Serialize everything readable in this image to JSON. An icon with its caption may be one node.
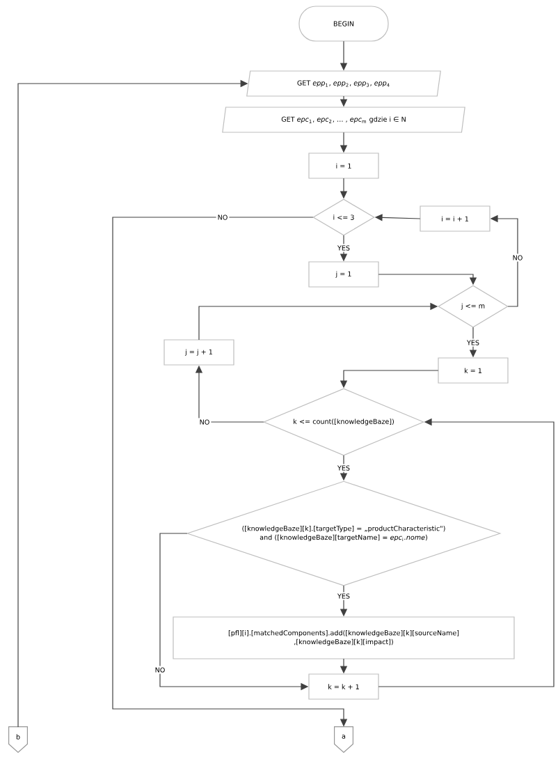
{
  "diagram": {
    "nodes": [
      {
        "text": [
          "BEGIN"
        ]
      },
      {
        "text": [
          "GET *epp*$_{1}$, *epp*$_{2}$, *epp*$_{3}$, *epp*$_{4}$"
        ]
      },
      {
        "text": [
          "GET *epc*$_{1}$, *epc*$_{2}$, … , *epc*$_{m}$ gdzie i ∈ N"
        ]
      },
      {
        "text": [
          "i = 1"
        ]
      },
      {
        "text": [
          "i <= 3"
        ]
      },
      {
        "text": [
          "i = i + 1"
        ]
      },
      {
        "text": [
          "j = 1"
        ]
      },
      {
        "text": [
          "j <= m"
        ]
      },
      {
        "text": [
          "j = j + 1"
        ]
      },
      {
        "text": [
          "k = 1"
        ]
      },
      {
        "text": [
          "k <= count([knowledgeBaze])"
        ]
      },
      {
        "text": [
          "([knowledgeBaze][k].[targetType] = „productCharacteristic\") and ([knowledgeBaze][targetName] = *epc*$_{i}$*.nome*)"
        ]
      },
      {
        "text": [
          "[pfl][i].[matchedComponents].add([knowledgeBaze][k][sourceName] ,[knowledgeBaze][k][impact])"
        ]
      },
      {
        "text": [
          "k = k + 1"
        ]
      },
      {
        "text": [
          "a"
        ]
      },
      {
        "text": [
          "b"
        ]
      }
    ],
    "edges": [
      {
        "from": 0,
        "to": 1,
        "arrow": "to"
      },
      {
        "from": 1,
        "to": 2,
        "arrow": "to"
      },
      {
        "from": 2,
        "to": 3,
        "arrow": "to"
      },
      {
        "from": 3,
        "to": 4,
        "arrow": "to"
      },
      {
        "from": 4,
        "to": 6,
        "arrow": "to",
        "label": "YES"
      },
      {
        "from": 4,
        "to": 14,
        "arrow": "to",
        "label": "NO"
      },
      {
        "from": 6,
        "to": 7,
        "arrow": "to"
      },
      {
        "from": 7,
        "to": 9,
        "arrow": "to",
        "label": "YES"
      },
      {
        "from": 7,
        "to": 5,
        "arrow": "to",
        "label": "NO"
      },
      {
        "from": 5,
        "to": 4,
        "arrow": "to"
      },
      {
        "from": 9,
        "to": 10,
        "arrow": "to"
      },
      {
        "from": 10,
        "to": 8,
        "arrow": "to",
        "label": "NO"
      },
      {
        "from": 8,
        "to": 7,
        "arrow": "to"
      },
      {
        "from": 10,
        "to": 11,
        "arrow": "to",
        "label": "YES"
      },
      {
        "from": 11,
        "to": 12,
        "arrow": "to",
        "label": "YES"
      },
      {
        "from": 11,
        "to": 13,
        "arrow": "to",
        "label": "NO"
      },
      {
        "from": 12,
        "to": 13,
        "arrow": "to"
      },
      {
        "from": 13,
        "to": 10,
        "arrow": "to"
      },
      {
        "from": 15,
        "to": 1,
        "arrow": "to"
      }
    ]
  }
}
